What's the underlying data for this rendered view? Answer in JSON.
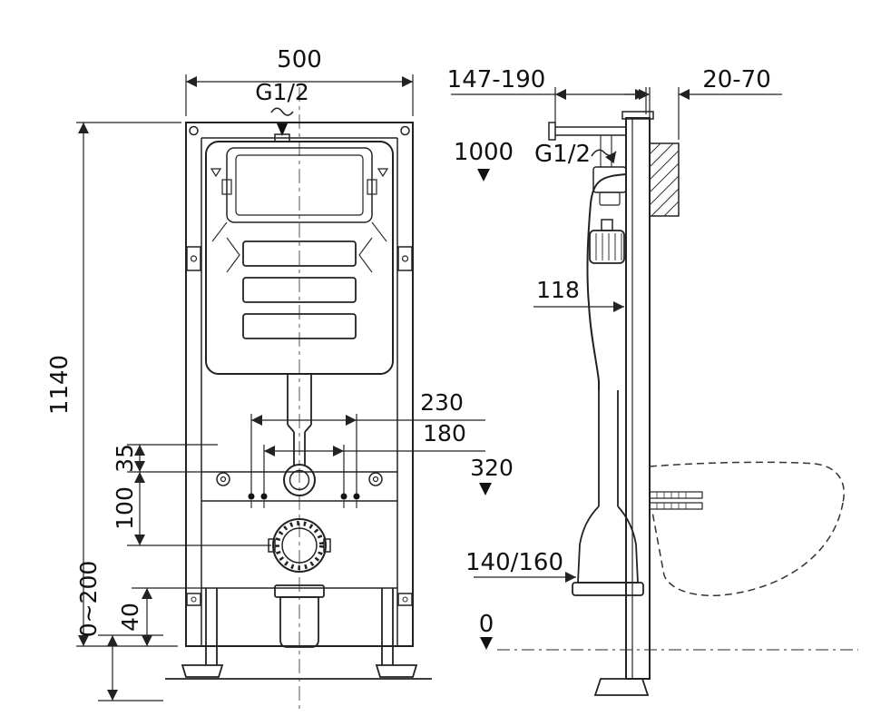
{
  "diagram": {
    "front": {
      "width": "500",
      "inlet": "G1/2",
      "height": "1140",
      "rail_to_ref": "35",
      "vert_spacing": "100",
      "leg_range": "0~200",
      "bottom_gap": "40",
      "bolt_span_outer": "230",
      "bolt_span_inner": "180"
    },
    "side": {
      "depth_range": "147-190",
      "wall_gap": "20-70",
      "inlet": "G1/2",
      "depth": "118",
      "outlet": "140/160"
    },
    "levels": {
      "inlet_height": "1000",
      "outlet_height": "320",
      "floor": "0"
    }
  }
}
